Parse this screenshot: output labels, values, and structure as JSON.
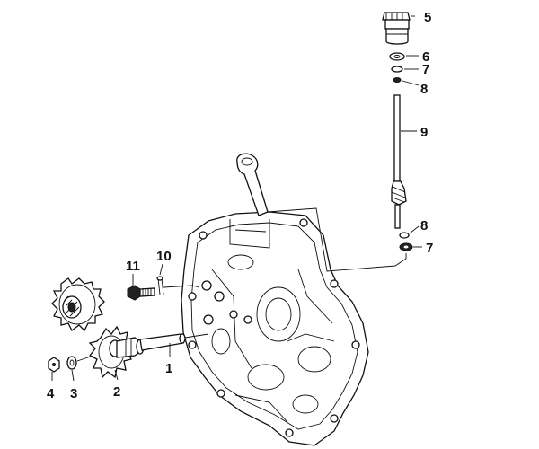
{
  "callouts": [
    {
      "id": "1",
      "text": "1"
    },
    {
      "id": "2",
      "text": "2"
    },
    {
      "id": "3",
      "text": "3"
    },
    {
      "id": "4",
      "text": "4"
    },
    {
      "id": "5",
      "text": "5"
    },
    {
      "id": "6",
      "text": "6"
    },
    {
      "id": "7a",
      "text": "7"
    },
    {
      "id": "7b",
      "text": "7"
    },
    {
      "id": "8a",
      "text": "8"
    },
    {
      "id": "8b",
      "text": "8"
    },
    {
      "id": "9",
      "text": "9"
    },
    {
      "id": "10",
      "text": "10"
    },
    {
      "id": "11",
      "text": "11"
    }
  ]
}
